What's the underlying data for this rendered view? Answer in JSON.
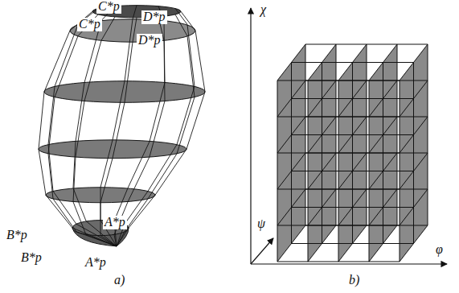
{
  "diagram": {
    "labels": [
      "C*p",
      "D*p",
      "C*p",
      "D*p",
      "A*p",
      "B*p",
      "B*p",
      "A*p",
      "a)",
      "χ",
      "ψ",
      "φ",
      "b)"
    ]
  }
}
